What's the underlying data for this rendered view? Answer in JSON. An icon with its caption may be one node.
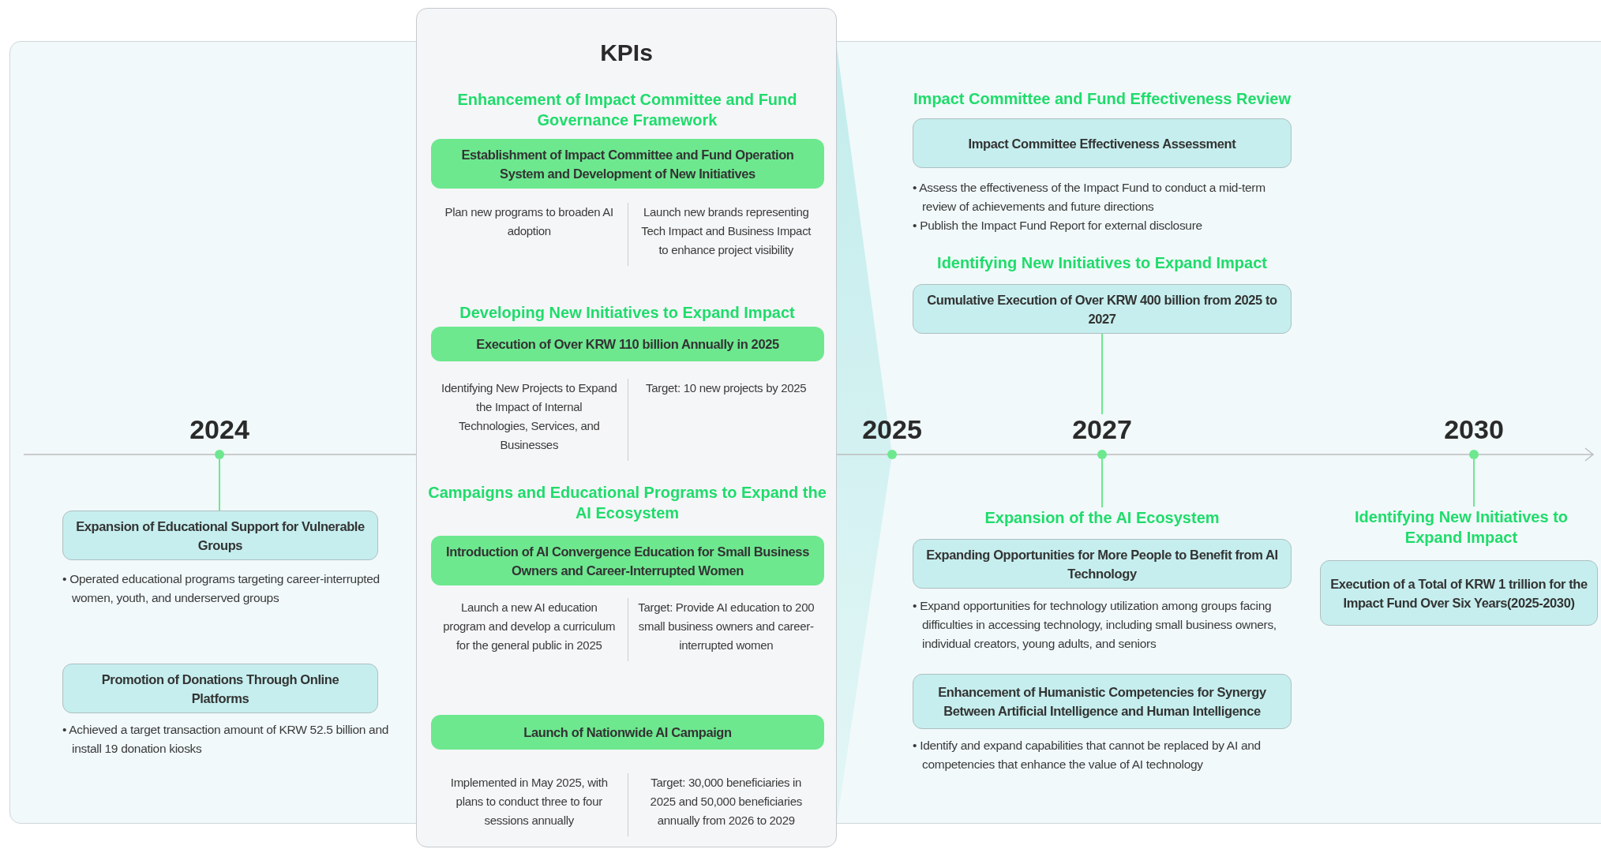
{
  "diagram": {
    "nodes": [
      {
        "text": [
          "KPIs"
        ]
      },
      {
        "text": [
          "Enhancement of Impact Committee and Fund Governance Framework"
        ],
        "in": 0
      },
      {
        "text": [
          "Establishment of Impact Committee and Fund Operation System and Development of New Initiatives"
        ],
        "in": 0,
        "beside": [
          "Plan new programs to broaden AI adoption",
          "Launch new brands representing Tech Impact and Business Impact to enhance project visibility"
        ]
      },
      {
        "text": [
          "Developing New Initiatives to Expand Impact"
        ],
        "in": 0
      },
      {
        "text": [
          "Execution of Over KRW 110 billion Annually in 2025"
        ],
        "in": 0,
        "beside": [
          "Identifying New Projects to Expand the Impact of Internal Technologies, Services, and Businesses",
          "Target: 10 new projects by 2025"
        ]
      },
      {
        "text": [
          "Campaigns and Educational Programs to Expand the AI Ecosystem"
        ],
        "in": 0
      },
      {
        "text": [
          "Introduction of AI Convergence Education for Small Business Owners and Career-Interrupted Women"
        ],
        "in": 0,
        "beside": [
          "Launch a new AI education program and develop a curriculum for the general public in 2025",
          "Target: Provide AI education to 200 small business owners and career-interrupted women"
        ]
      },
      {
        "text": [
          "Launch of Nationwide AI Campaign"
        ],
        "in": 0,
        "beside": [
          "Implemented in May 2025, with plans to conduct three to four sessions annually",
          "Target: 30,000 beneficiaries in 2025 and 50,000 beneficiaries annually from 2026 to 2029"
        ]
      },
      {
        "text": [
          "Impact Committee and Fund Effectiveness Review"
        ]
      },
      {
        "text": [
          "Impact Committee Effectiveness Assessment"
        ],
        "beside": [
          "• Assess the effectiveness of the Impact Fund to conduct a mid-term review of achievements and future directions",
          "• Publish the Impact Fund Report for external disclosure"
        ]
      },
      {
        "text": [
          "Identifying New Initiatives to Expand Impact"
        ]
      },
      {
        "text": [
          "Cumulative Execution of Over KRW 400 billion from 2025 to 2027"
        ]
      },
      {
        "text": [
          "2024"
        ]
      },
      {
        "text": [
          "2025"
        ]
      },
      {
        "text": [
          "2027"
        ]
      },
      {
        "text": [
          "2030"
        ]
      },
      {
        "text": [
          "Expansion of Educational Support for Vulnerable Groups"
        ],
        "beside": [
          "• Operated educational programs targeting career-interrupted women, youth, and underserved groups"
        ]
      },
      {
        "text": [
          "Promotion of Donations Through Online Platforms"
        ],
        "beside": [
          "• Achieved a target transaction amount of KRW 52.5 billion and install 19 donation kiosks"
        ]
      },
      {
        "text": [
          "Expansion of the AI Ecosystem"
        ]
      },
      {
        "text": [
          "Expanding Opportunities for More People to Benefit from AI Technology"
        ],
        "beside": [
          "• Expand opportunities for technology utilization among groups facing difficulties in accessing technology, including small business owners, individual creators, young adults, and seniors"
        ]
      },
      {
        "text": [
          "Enhancement of Humanistic Competencies for Synergy Between Artificial Intelligence and Human Intelligence"
        ],
        "beside": [
          "• Identify and expand capabilities that cannot be replaced by AI and competencies that enhance the value of AI technology"
        ]
      },
      {
        "text": [
          "Identifying New Initiatives to Expand Impact"
        ]
      },
      {
        "text": [
          "Execution of a Total of KRW 1 trillion for the Impact Fund Over Six Years(2025-2030)"
        ]
      }
    ],
    "edges": [
      {
        "from": 12,
        "to": 16,
        "arrow": "none"
      },
      {
        "from": 14,
        "to": 11,
        "arrow": "none"
      },
      {
        "from": 14,
        "to": 18,
        "arrow": "none"
      },
      {
        "from": 15,
        "to": 21,
        "arrow": "none"
      }
    ]
  }
}
